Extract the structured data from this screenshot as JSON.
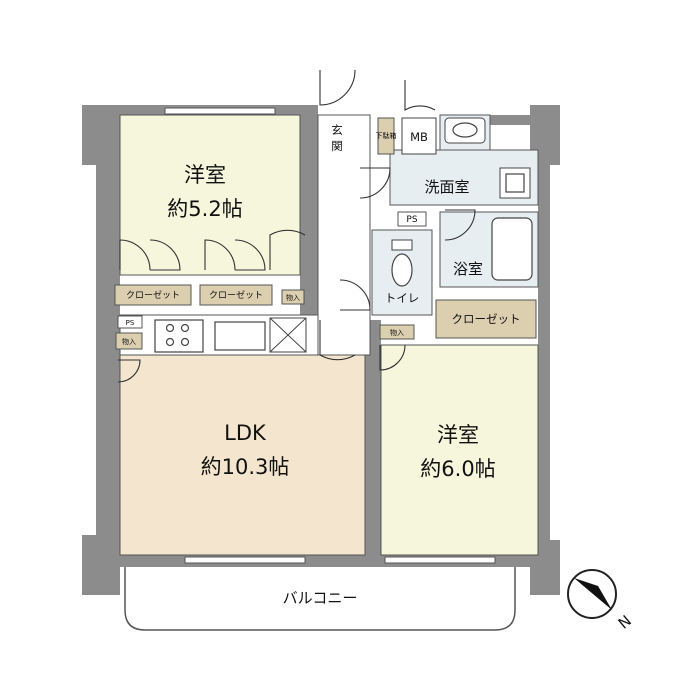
{
  "rooms": {
    "western_room_1": {
      "name": "洋室",
      "size": "約5.2帖"
    },
    "western_room_2": {
      "name": "洋室",
      "size": "約6.0帖"
    },
    "ldk": {
      "name": "LDK",
      "size": "約10.3帖"
    },
    "washroom": "洗面室",
    "bathroom": "浴室",
    "toilet": "トイレ",
    "entrance_1": "玄",
    "entrance_2": "関",
    "shoe_box": "下駄箱",
    "mb": "MB",
    "balcony": "バルコニー"
  },
  "closets": {
    "closet_1": "クローゼット",
    "closet_2": "クローゼット",
    "closet_3": "クローゼット"
  },
  "storage": {
    "storage_1": "物入",
    "storage_2": "物入",
    "storage_3": "物入"
  },
  "shafts": {
    "ps_1": "PS",
    "ps_2": "PS"
  },
  "compass": {
    "label": "N"
  },
  "colors": {
    "western_room_fill": "#f5f6dc",
    "ldk_fill": "#f4e6ce",
    "wet_area_fill": "#e6eef2",
    "closet_fill": "#dccfb0",
    "wall": "#8c8c8c"
  }
}
